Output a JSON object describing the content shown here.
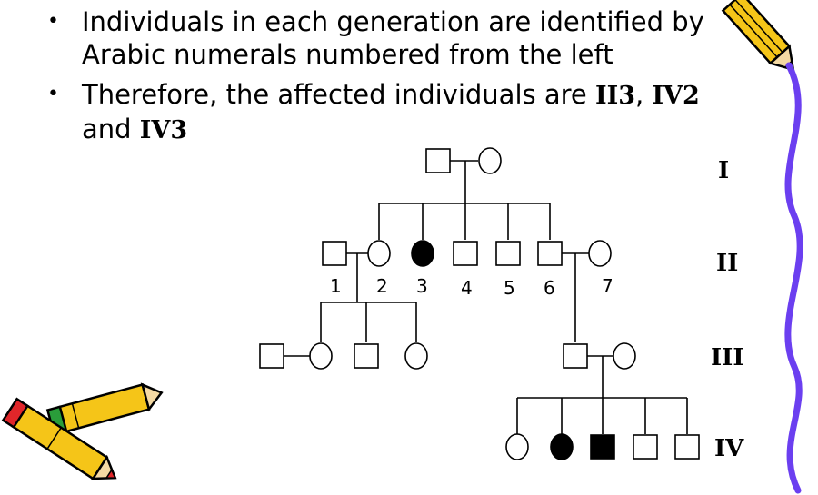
{
  "bullets": [
    {
      "text": "Individuals in each generation are identified by Arabic numerals numbered from the left"
    },
    {
      "text_before": "Therefore, the affected individuals are ",
      "ind1": "II3",
      "sep1": ", ",
      "ind2": "IV2",
      "text_mid": " and ",
      "ind3": "IV3"
    }
  ],
  "pedigree": {
    "generations": [
      "I",
      "II",
      "III",
      "IV"
    ],
    "gen2_numbers": [
      "1",
      "2",
      "3",
      "4",
      "5",
      "6",
      "7"
    ],
    "affected_color": "#000000",
    "unaffected_fill": "#ffffff"
  },
  "decor": {
    "pencil_yellow": "#f5c518",
    "pencil_red": "#e0262a",
    "pencil_green": "#2a9d3a",
    "ribbon_purple": "#6b3ff0"
  }
}
